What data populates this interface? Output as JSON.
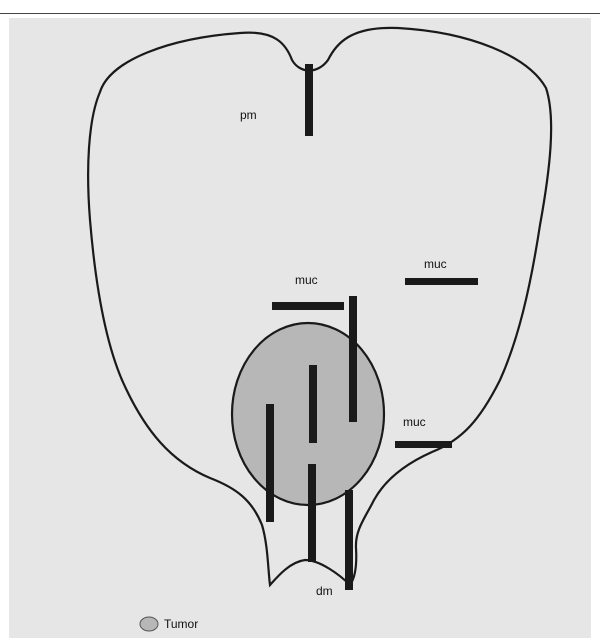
{
  "labels": {
    "pm": "pm",
    "muc_upper_left": "muc",
    "muc_upper_right": "muc",
    "muc_lower_right": "muc",
    "dm": "dm"
  },
  "legend": {
    "tumor_label": "Tumor"
  },
  "colors": {
    "background": "#e6e6e6",
    "outline": "#1a1a1a",
    "tumor_fill": "#b7b7b7",
    "tumor_stroke": "#1a1a1a",
    "margin_bar": "#1a1a1a"
  }
}
